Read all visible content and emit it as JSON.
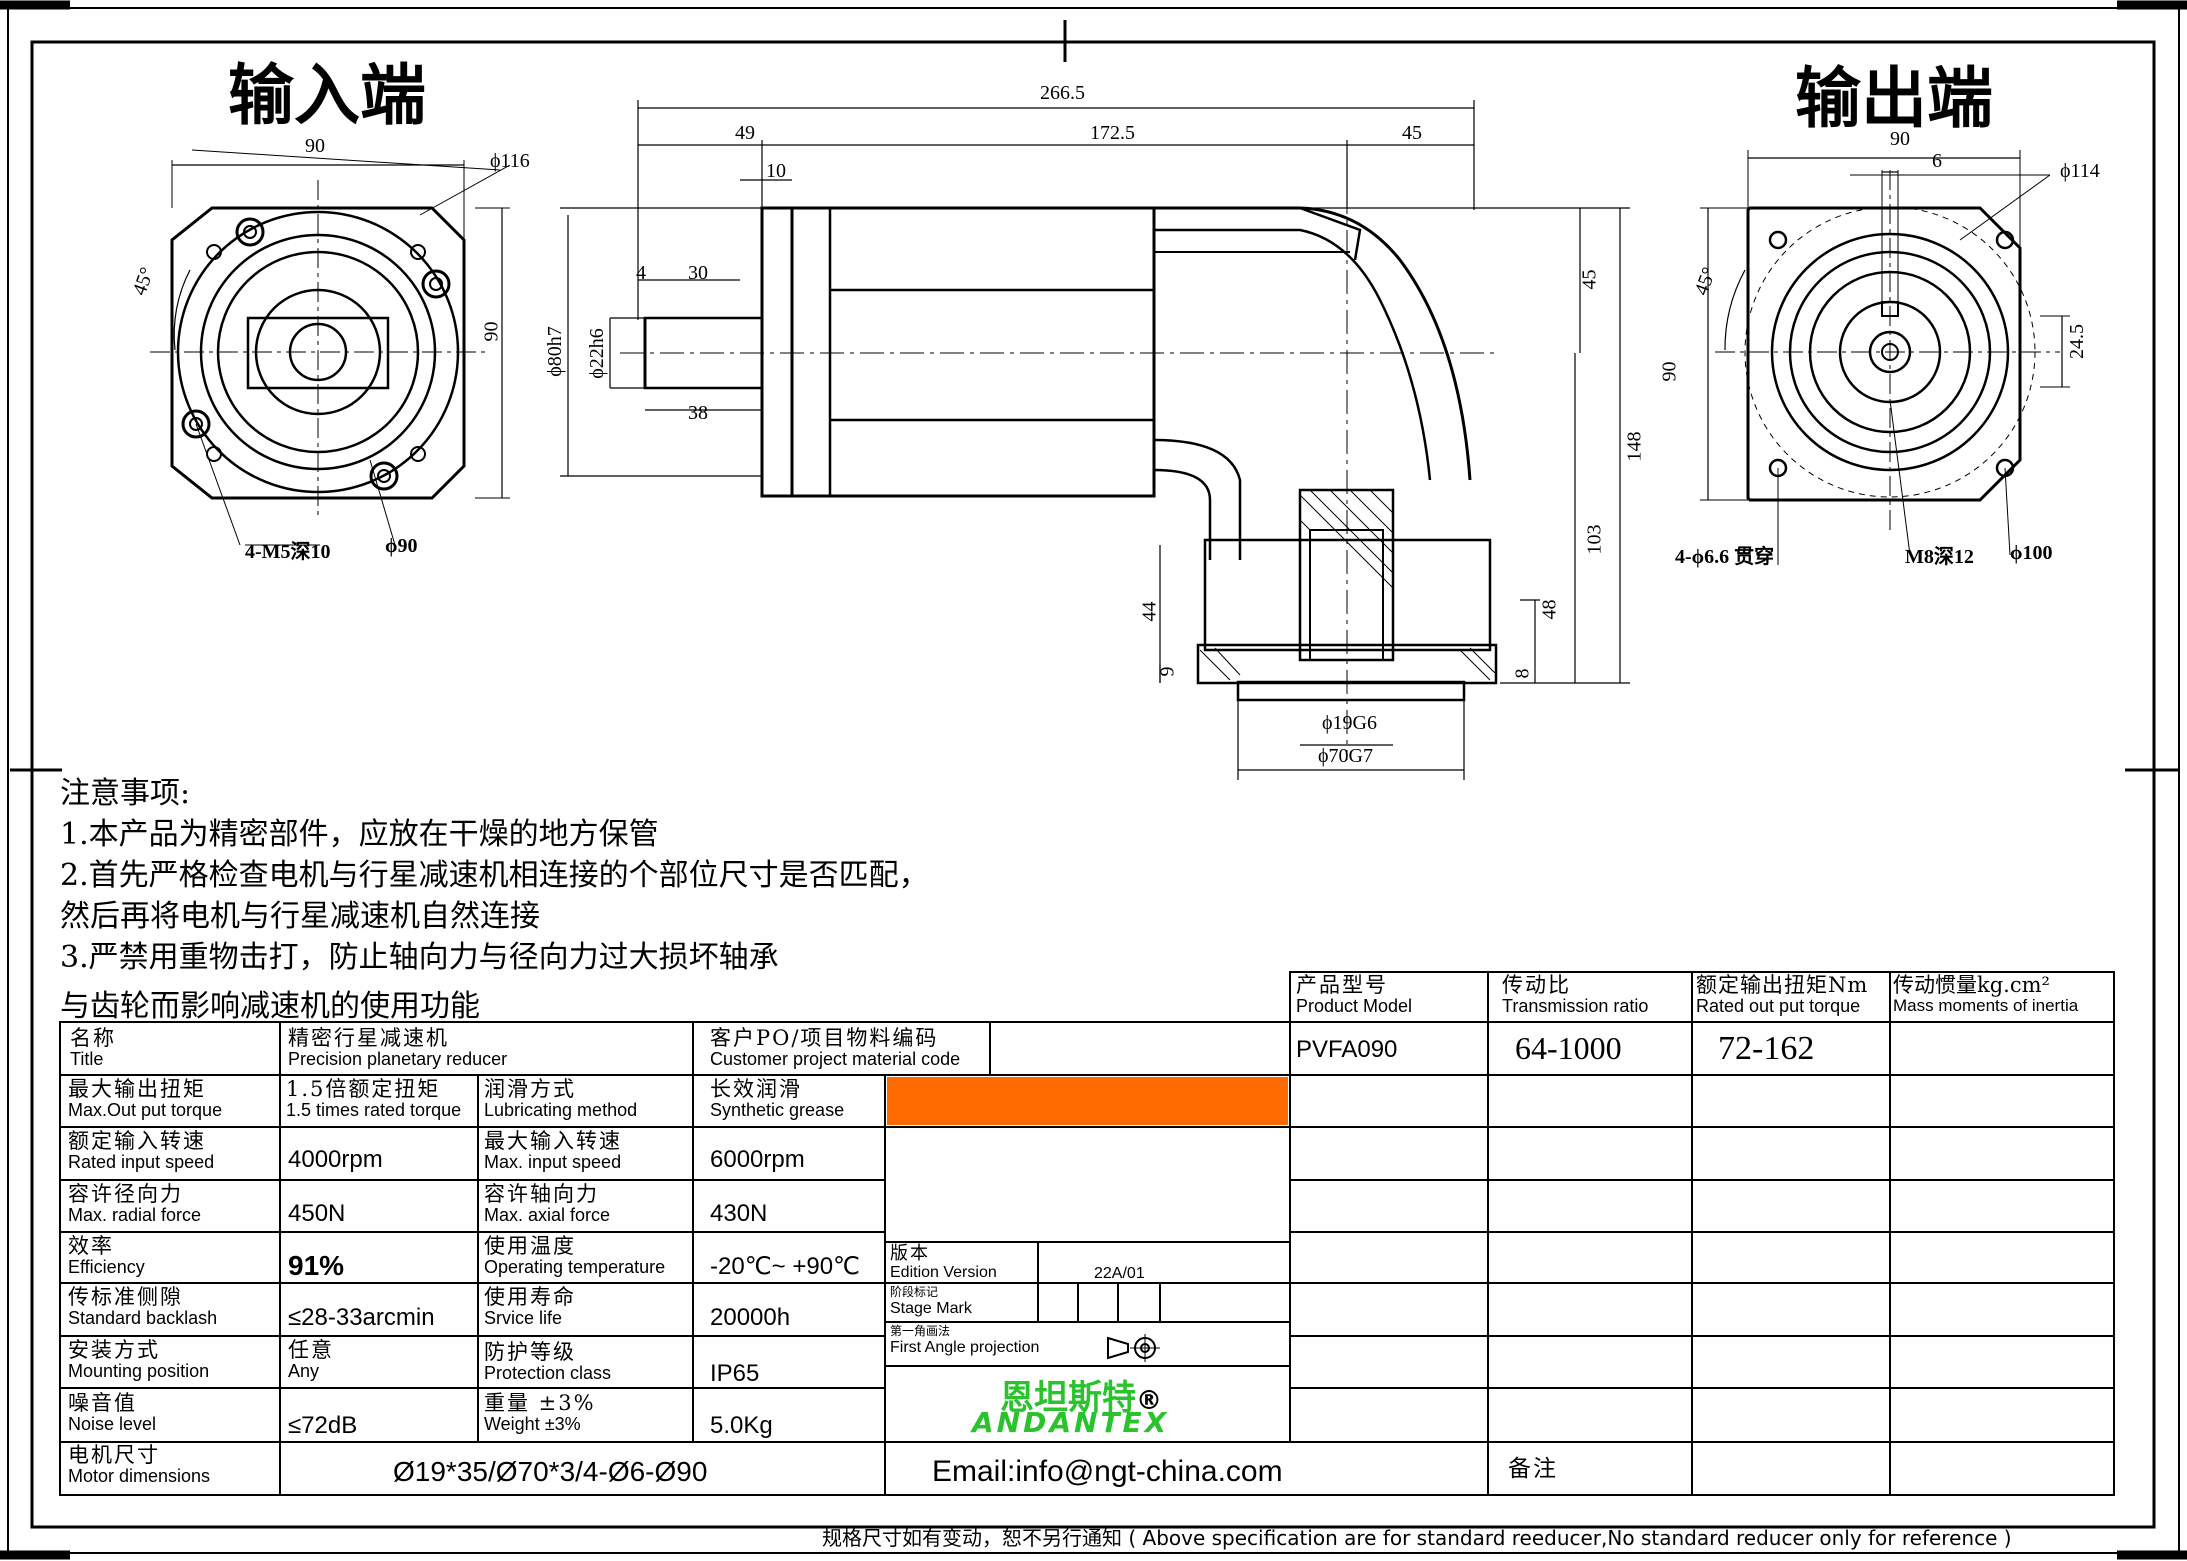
{
  "titles": {
    "input_end": "输入端",
    "output_end": "输出端"
  },
  "dimensions": {
    "in_width": "90",
    "in_height": "90",
    "in_dia116": "ϕ116",
    "in_angle": "45°",
    "in_holes": "4-M5深10",
    "in_dia90": "ϕ90",
    "total": "266.5",
    "seg49": "49",
    "seg172": "172.5",
    "seg45": "45",
    "seg10": "10",
    "shaft4": "4",
    "shaft30": "30",
    "shaft38": "38",
    "pilot": "ϕ80h7",
    "shaft_dia": "ϕ22h6",
    "h45": "45",
    "h148": "148",
    "h103": "103",
    "h48": "48",
    "h8": "8",
    "h44": "44",
    "h9": "9",
    "bore19": "ϕ19G6",
    "bore70": "ϕ70G7",
    "out_width": "90",
    "out_key": "6",
    "out_dia114": "ϕ114",
    "out_angle": "45°",
    "out_height": "90",
    "out_24": "24.5",
    "out_holes": "4-ϕ6.6 贯穿",
    "out_m8": "M8深12",
    "out_dia100": "ϕ100"
  },
  "notes": {
    "heading": "注意事项:",
    "line1": "1.本产品为精密部件，应放在干燥的地方保管",
    "line2": "2.首先严格检查电机与行星减速机相连接的个部位尺寸是否匹配，",
    "line3": "然后再将电机与行星减速机自然连接",
    "line4": "3.严禁用重物击打，防止轴向力与径向力过大损坏轴承",
    "line5": "与齿轮而影响减速机的使用功能"
  },
  "spec": {
    "title_cn": "名称",
    "title_en": "Title",
    "title_val_cn": "精密行星减速机",
    "title_val_en": "Precision planetary reducer",
    "po_cn": "客户PO/项目物料编码",
    "po_en": "Customer project material code",
    "maxtorque_cn": "最大输出扭矩",
    "maxtorque_en": "Max.Out put torque",
    "maxtorque_val_cn": "1.5倍额定扭矩",
    "maxtorque_val_en": "1.5 times rated torque",
    "lub_cn": "润滑方式",
    "lub_en": "Lubricating method",
    "lub_val_cn": "长效润滑",
    "lub_val_en": "Synthetic grease",
    "rin_cn": "额定输入转速",
    "rin_en": "Rated input speed",
    "rin_val": "4000rpm",
    "maxin_cn": "最大输入转速",
    "maxin_en": "Max. input speed",
    "maxin_val": "6000rpm",
    "radial_cn": "容许径向力",
    "radial_en": "Max. radial force",
    "radial_val": "450N",
    "axial_cn": "容许轴向力",
    "axial_en": "Max. axial force",
    "axial_val": "430N",
    "eff_cn": "效率",
    "eff_en": "Efficiency",
    "eff_val": "91%",
    "temp_cn": "使用温度",
    "temp_en": "Operating temperature",
    "temp_val": "-20℃~ +90℃",
    "backlash_cn": "传标准侧隙",
    "backlash_en": "Standard backlash",
    "backlash_val": "≤28-33arcmin",
    "life_cn": "使用寿命",
    "life_en": "Srvice life",
    "life_val": "20000h",
    "mount_cn": "安装方式",
    "mount_en": "Mounting position",
    "mount_val_cn": "任意",
    "mount_val_en": "Any",
    "prot_cn": "防护等级",
    "prot_en": "Protection class",
    "prot_val": "IP65",
    "noise_cn": "噪音值",
    "noise_en": "Noise level",
    "noise_val": "≤72dB",
    "weight_cn": "重量 ±3%",
    "weight_en": "Weight ±3%",
    "weight_val": "5.0Kg",
    "motor_cn": "电机尺寸",
    "motor_en": "Motor dimensions",
    "motor_val": "Ø19*35/Ø70*3/4-Ø6-Ø90",
    "email": "Email:info@ngt-china.com",
    "remark": "备注"
  },
  "model_table": {
    "h_model_cn": "产品型号",
    "h_model_en": "Product Model",
    "h_ratio_cn": "传动比",
    "h_ratio_en": "Transmission ratio",
    "h_torque_cn": "额定输出扭矩Nm",
    "h_torque_en": "Rated out put torque",
    "h_inertia_cn": "传动惯量kg.cm²",
    "h_inertia_en": "Mass moments of inertia",
    "model": "PVFA090",
    "ratio": "64-1000",
    "torque": "72-162"
  },
  "version": {
    "edition_cn": "版本",
    "edition_en": "Edition Version",
    "edition_val": "22A/01",
    "stage_cn": "阶段标记",
    "stage_en": "Stage Mark",
    "proj_cn": "第一角画法",
    "proj_en": "First Angle projection"
  },
  "brand": {
    "cn": "恩坦斯特",
    "reg": "®",
    "en": "ANDANTEX"
  },
  "footer": "规格尺寸如有变动，恕不另行通知 ( Above specification are for standard reeducer,No standard reducer only for reference )",
  "colors": {
    "highlight": "#ff6a00",
    "brand": "#2ac32e"
  }
}
